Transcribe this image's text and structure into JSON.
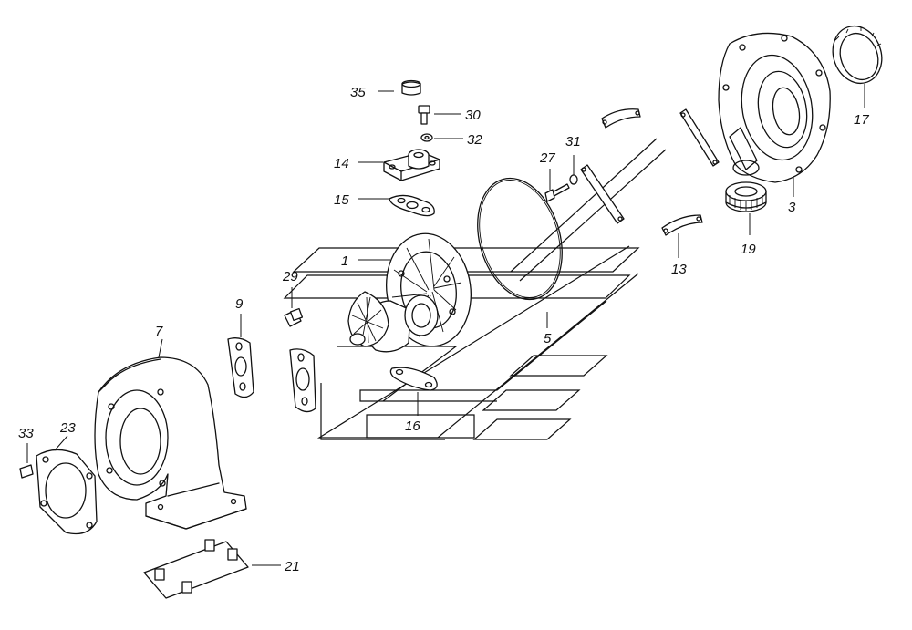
{
  "callouts": [
    {
      "id": "c35",
      "text": "35"
    },
    {
      "id": "c30",
      "text": "30"
    },
    {
      "id": "c32",
      "text": "32"
    },
    {
      "id": "c14",
      "text": "14"
    },
    {
      "id": "c15",
      "text": "15"
    },
    {
      "id": "c27",
      "text": "27"
    },
    {
      "id": "c31",
      "text": "31"
    },
    {
      "id": "c17",
      "text": "17"
    },
    {
      "id": "c3",
      "text": "3"
    },
    {
      "id": "c19",
      "text": "19"
    },
    {
      "id": "c13",
      "text": "13"
    },
    {
      "id": "c1",
      "text": "1"
    },
    {
      "id": "c29",
      "text": "29"
    },
    {
      "id": "c9",
      "text": "9"
    },
    {
      "id": "c7",
      "text": "7"
    },
    {
      "id": "c5",
      "text": "5"
    },
    {
      "id": "c16",
      "text": "16"
    },
    {
      "id": "c33",
      "text": "33"
    },
    {
      "id": "c23",
      "text": "23"
    },
    {
      "id": "c21",
      "text": "21"
    }
  ]
}
